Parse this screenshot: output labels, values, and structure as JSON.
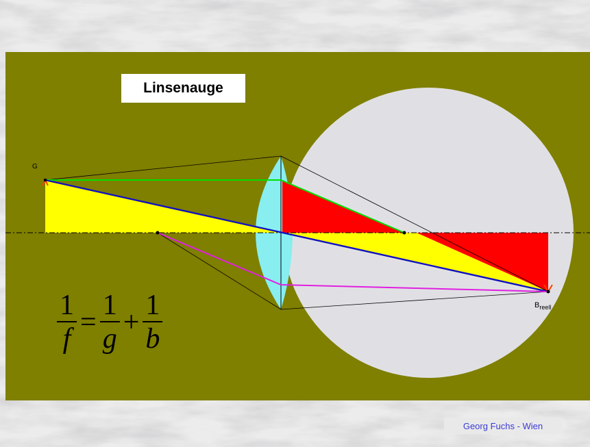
{
  "title": "Linsenauge",
  "labels": {
    "object_point": "G",
    "image_point": "B",
    "image_point_sub": "reell"
  },
  "formula": {
    "lhs_num": "1",
    "lhs_den": "f",
    "equals": "=",
    "t1_num": "1",
    "t1_den": "g",
    "plus": "+",
    "t2_num": "1",
    "t2_den": "b"
  },
  "credit": "Georg Fuchs - Wien",
  "colors": {
    "panel": "#7f7f00",
    "eyeball": "#e0e0e4",
    "lens": "#88eef0",
    "object_triangle": "#ffff00",
    "image_triangle": "#ff0000",
    "parallel_ray": "#00e000",
    "central_ray": "#1010c0",
    "focal_ray": "#e020e0",
    "outline": "#000000"
  }
}
